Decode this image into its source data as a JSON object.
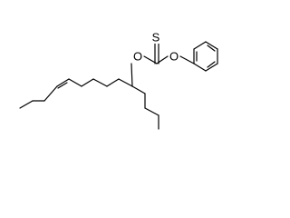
{
  "molecule": {
    "atoms": {
      "sulfur": "S",
      "oxygen_left": "O",
      "oxygen_right": "O"
    },
    "colors": {
      "bond": "#000000",
      "text": "#000000",
      "background": "#ffffff"
    }
  }
}
